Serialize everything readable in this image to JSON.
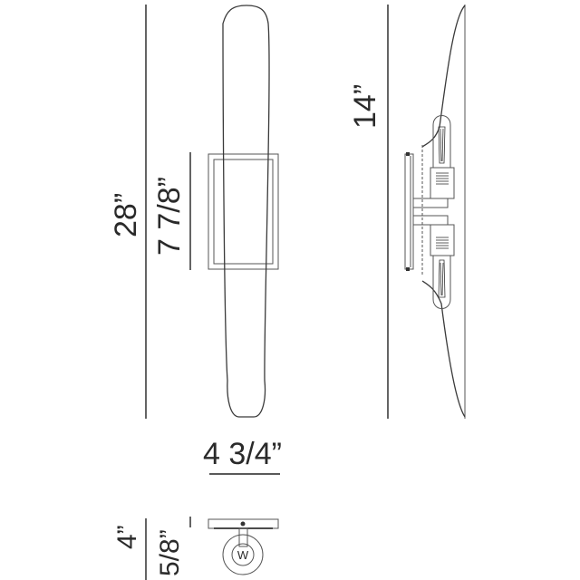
{
  "drawing": {
    "subject": "Wall sconce dimension drawing",
    "views": [
      "front-view",
      "side-view",
      "top-view"
    ],
    "line_color": "#3a3a3a",
    "text_color": "#2a2a2a",
    "background": "#ffffff"
  },
  "dimensions": {
    "overall_height": "28”",
    "backplate_height": "7 7/8”",
    "projection_depth": "14”",
    "width": "4 3/4”",
    "extension": "4”",
    "backplate_depth": "5/8”"
  },
  "top_view": {
    "mount_symbol": "W"
  }
}
